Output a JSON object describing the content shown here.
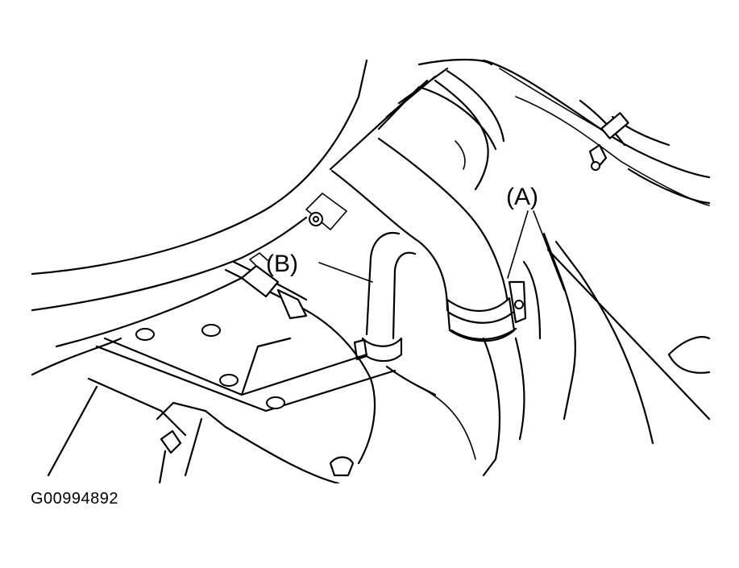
{
  "callouts": {
    "a": "(A)",
    "b": "(B)"
  },
  "figure_id": "G00994892"
}
